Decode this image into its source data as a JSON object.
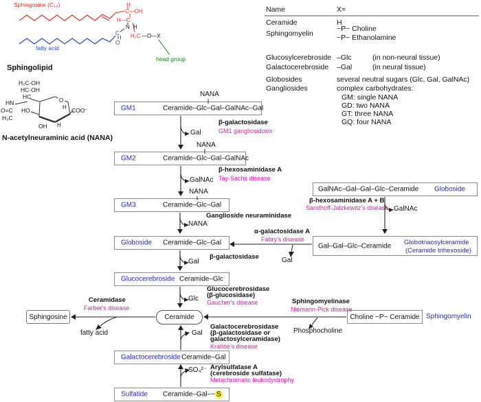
{
  "colors": {
    "lipid_name_blue": "#2a2aae",
    "disease_magenta": "#e617ae",
    "sphingosine_red": "#e33022",
    "fatty_acid_blue": "#2a46c8",
    "head_group_green": "#108510",
    "sulfate_highlight_yellow": "#ffe800"
  },
  "sphingolipid_structure": {
    "sphingosine_label": "Sphingosine (C₁₈)",
    "fatty_acid_label": "fatty acid",
    "head_group_label": "head group",
    "title": "Sphingolipid",
    "h_top": "H",
    "c3_oh": "C—OH",
    "c2": "H—C",
    "n": "N",
    "n_h": "H",
    "carbonyl_c": "C",
    "carbonyl_o": "O",
    "c1": "H₂C",
    "o_x": "—O—X"
  },
  "nana_structure": {
    "title": "N-acetylneuraminic acid (NANA)",
    "chain_top": "H₂C-OH",
    "chain_mid": "HC-OH",
    "chain_low": "HC",
    "ring_o": "O",
    "hn": "HN",
    "acetyl_co": "O=C",
    "acetyl_ch3": "H₃C",
    "ho": "HO",
    "coo": "COO⁻",
    "oh": "OH",
    "h_right": "H",
    "h_bottom": "H"
  },
  "table": {
    "col1_header": "Name",
    "col2_header": "X=",
    "rows": [
      {
        "name": "Ceramide",
        "value": "H"
      },
      {
        "name": "Sphingomyelin",
        "value": "~P~ Choline",
        "value2": "~P~ Ethanolamine"
      },
      {
        "name": "Glucosylcerebroside",
        "value": "–Glc",
        "note": "(in non-neural tissue)"
      },
      {
        "name": "Galactocerebroside",
        "value": "–Gal",
        "note": "(in neural tissue)"
      },
      {
        "name": "Globosides",
        "value": "several neutral sugars (Glc, Gal, GalNAc)"
      },
      {
        "name": "Gangliosides",
        "value": "complex carbohydrates:"
      }
    ],
    "ganglioside_classes": [
      "GM: single NANA",
      "GD: two NANA",
      "GT: three NANA",
      "GQ: four NANA"
    ]
  },
  "pathway": {
    "gm1": {
      "label": "GM1",
      "chain": "Ceramide–Glc–Gal–GalNAc–Gal",
      "nana": "NANA"
    },
    "gm2": {
      "label": "GM2",
      "chain": "Ceramide–Glc–Gal–GalNAc",
      "nana": "NANA"
    },
    "gm3": {
      "label": "GM3",
      "chain": "Ceramide–Glc–Gal",
      "nana": "NANA"
    },
    "lactosylceramide": {
      "label": "Globoside",
      "chain": "Ceramide–Glc–Gal"
    },
    "glucocerebroside": {
      "label": "Glucocerebroside",
      "chain": "Ceramide–Glc"
    },
    "ceramide": {
      "label": "Ceramide"
    },
    "sphingosine": {
      "label": "Sphingosine"
    },
    "galactocerebroside": {
      "label": "Galactocerebroside",
      "chain": "Ceramide–Gal"
    },
    "sulfatide": {
      "label": "Sulfatide",
      "chain": "Ceramide–Gal–~",
      "sulfur": "S"
    },
    "globoside": {
      "chain": "GalNAc–Gal–Gal–Glc–Ceramide",
      "label": "Globoside"
    },
    "globotriaosylceramide": {
      "chain": "Gal–Gal–Glc–Ceramide",
      "label1": "Globotriaosylceramide",
      "label2": "(Ceramide trihexoside)"
    },
    "sphingomyelin": {
      "chain": "Choline ~P~ Ceramide",
      "label": "Sphingomyelin"
    },
    "steps": {
      "gm1_gm2": {
        "enzyme": "β-galactosidase",
        "disease": "GM1 gangliosidosis",
        "released": "Gal"
      },
      "gm2_gm3": {
        "enzyme": "β-hexosaminidase A",
        "disease": "Tay-Sachs disease",
        "released": "GalNAc"
      },
      "gm3_lact": {
        "enzyme": "Ganglioside neuraminidase",
        "released": "NANA"
      },
      "lact_glccer": {
        "enzyme": "β-galactosidase",
        "released": "Gal"
      },
      "glccer_cer": {
        "enzyme1": "Glucocerebrosidase",
        "enzyme2": "(β-glucosidase)",
        "disease": "Gaucher's disease",
        "released": "Glc"
      },
      "cer_sph": {
        "enzyme": "Ceramidase",
        "disease": "Farber's disease",
        "released": "fatty acid"
      },
      "sphmy_cer": {
        "enzyme": "Sphingomyelinase",
        "disease": "Niemann-Pick disease",
        "released": "Phosphocholine"
      },
      "galcer_cer": {
        "enzyme1": "Galactocerebrosidase",
        "enzyme2": "(β-galactosidase or",
        "enzyme3": "galactosylceramidase)",
        "disease": "Krabbe's disease",
        "released": "Gal"
      },
      "sulf_galcer": {
        "enzyme1": "Arylsulfatase A",
        "enzyme2": "(cerebroside sulfatase)",
        "disease": "Metachromatic leukodystrophy",
        "released": "SO₄²⁻"
      },
      "glob_tri": {
        "enzyme": "β-hexosaminidase A + B",
        "disease": "Sandhoff-Jatzkewitz's disease",
        "released": "GalNAc"
      },
      "tri_lact": {
        "enzyme": "α-galactosidase A",
        "disease": "Fabry's disease",
        "released": "Gal"
      }
    }
  }
}
